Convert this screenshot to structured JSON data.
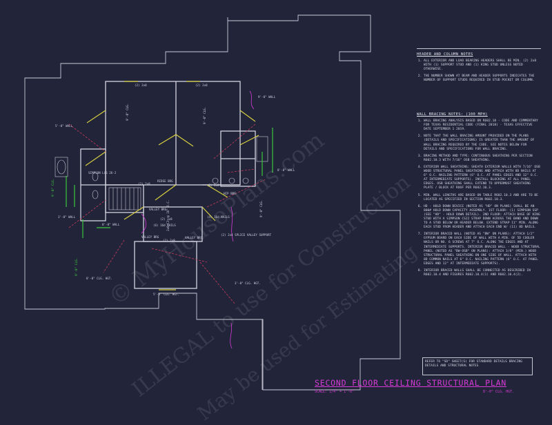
{
  "header_column_notes": {
    "heading": "HEADER AND COLUMN NOTES",
    "items": [
      "ALL EXTERIOR AND LOAD BEARING HEADERS SHALL BE MIN. (2) 2x8 WITH (1) SUPPORT STUD AND (1) KING STUD UNLESS NOTED OTHERWISE.",
      "THE NUMBER SHOWN AT BEAM AND HEADER SUPPORTS INDICATES THE NUMBER OF SUPPORT STUDS REQUIRED IN STUD POCKET OR COLUMN."
    ]
  },
  "wall_bracing_notes": {
    "heading": "WALL BRACING NOTES: (100 MPH)",
    "items": [
      "WALL BRACING ANALYSIS BASED ON R602.10 - CODE AND COMMENTARY FOR TEXAS RESIDENTIAL CODE (FINAL 2018) - TEXAS EFFECTIVE DATE SEPTEMBER 1 2019.",
      "NOTE THAT THE WALL BRACING AMOUNT PROVIDED ON THE PLANS (DETAILS AND SPECIFICATIONS) IS GREATER THAN THE AMOUNT OF WALL BRACING REQUIRED BY THE CODE. SEE NOTES BELOW FOR DETAILS AND SPECIFICATIONS FOR WALL BRACING.",
      "BRACING METHOD AND TYPE: CONTINUOUS SHEATHING PER SECTION R602.10.3 WITH 7/16\" OSB SHEATHING.",
      "EXTERIOR WALL SHEATHING: SHEATH EXTERIOR WALLS WITH 7/16\" OSB WOOD STRUCTURAL PANEL SHEATHING AND ATTACH WITH 8D NAILS AT 6\" O.C. NAILING PATTERN (6\" O.C. AT PANEL EDGES AND 12\" O.C. AT INTERMEDIATE SUPPORTS). INSTALL BLOCKING AT ALL PANEL EDGES. OSB SHEATHING SHALL EXTEND TO UPPERMOST SHEATHING PLATE / BLOCK AT ROOF PER R602.10.3.",
      "MIN. WALL LENGTHS ARE BASED ON TABLE R602.10.3 AND ARE TO BE LOCATED AS SPECIFIED IN SECTION R602.10.3.",
      "HD - HOLD DOWN DEVICE (NOTED AS \"HD\" ON PLANS) SHALL BE AN 800# HOLD DOWN CAPACITY ASSEMBLY. 1ST FLOOR: (1) SIMPSON SSP (SEE \"HD\" - HOLD DOWN DETAIL). 2ND FLOOR: ATTACH BASE OF KING STUD WITH A SIMPSON CS22 STRAP DOWN ACROSS THE BAND AND DOWN TO A STUD BELOW OR HEADER BELOW. EXTEND STRAP 11\" MIN. ALONG EACH STUD FROM HEADER AND ATTACH EACH END W/ (11) 8D NAILS.",
      "INTERIOR BRACED WALL (NOTED AS \"BW\" ON PLANS): ATTACH 1/2\" GYPSUM BOARD ON EACH SIDE OF WALL WITH A MIN. OF 5D COOLER NAILS OR NO. 6 SCREWS AT 7\" O.C. ALONG THE EDGES AND AT INTERMEDIATE SUPPORTS. INTERIOR BRACED WALL - WOOD STRUCTURAL PANEL (NOTED AS \"BW-OSB\" ON PLANS): ATTACH 3/8\" (MIN.) WOOD STRUCTURAL PANEL SHEATHING ON ONE SIDE OF WALL. ATTACH WITH 8D COMMON NAILS AT 6\" O.C. NAILING PATTERN (6\" O.C. AT PANEL EDGES AND 12\" AT INTERMEDIATE SUPPORTS).",
      "INTERIOR BRACED WALLS SHALL BE CONNECTED AS DESCRIBED IN R602.10.4 AND FIGURES R602.10.4(1) AND R602.10.4(2)."
    ]
  },
  "reference_note": "REFER TO \"SD\" SHEET(S) FOR STANDARD DETAILS BRACING DETAILS AND STRUCTURAL NOTES",
  "title": "SECOND FLOOR CEILING STRUCTURAL PLAN",
  "scale_left": "SCALE: 1/4\" = 1'-0\"",
  "scale_right": "8'-0\" CLG. HGT.",
  "plan_labels": {
    "hdr_a": "(2) 2x8",
    "hdr_b": "(2) 2x8",
    "hdr_c": "(2) 2x8",
    "hdr_d": "(2) 2x8",
    "hdr_e": "(2) 2x8",
    "hdr_f": "(2) 2x8",
    "clg_left": "9'-0\" CLG.",
    "clg_mid1": "9'-0\" CLG.",
    "clg_mid2": "9'-0\" CLG.",
    "clg_right": "9'-0\" CLG.",
    "simpson": "SIMPSON LUS 26-2",
    "ridge": "RIDGE BRG",
    "hip": "HIP BRG",
    "valley1": "VALLEY BRG",
    "valley2": "VALLEY BRG",
    "valley3": "VALLEY BRG",
    "nails": "(6) 16d NAILS",
    "support": "(2) 2x4 SPLICE VALLEY SUPPORT",
    "lvl": "2x6 CJ. @ 16\" O.C.",
    "nails2": "(4) 16d NAILS",
    "wall_ne": "9'-0\" WALL",
    "wall_e": "8'-0\" WALL",
    "wall_w": "5'-0\" WALL",
    "wall_w2": "3'-0\" WALL",
    "wall_sw": "8'-0\" WALL",
    "wall_sw2": "8'-0\" CLG. HGT.",
    "clg_hgt_s": "5'-0\" CLG. HGT.",
    "clg_hgt_s2": "3'-0\" CLG. HGT.",
    "clg_side": "9'-0\" CLG."
  },
  "watermark": {
    "line1": "© MyHousePlans.com",
    "line2": "ILLEGAL to use for Construction",
    "line3": "May be used for Estimating"
  },
  "colors": {
    "background": "#222539",
    "linework": "#c9c9d6",
    "magenta": "#d83ad8",
    "yellow": "#d8d040",
    "green": "#3ec83e",
    "red": "#c83a5a"
  }
}
